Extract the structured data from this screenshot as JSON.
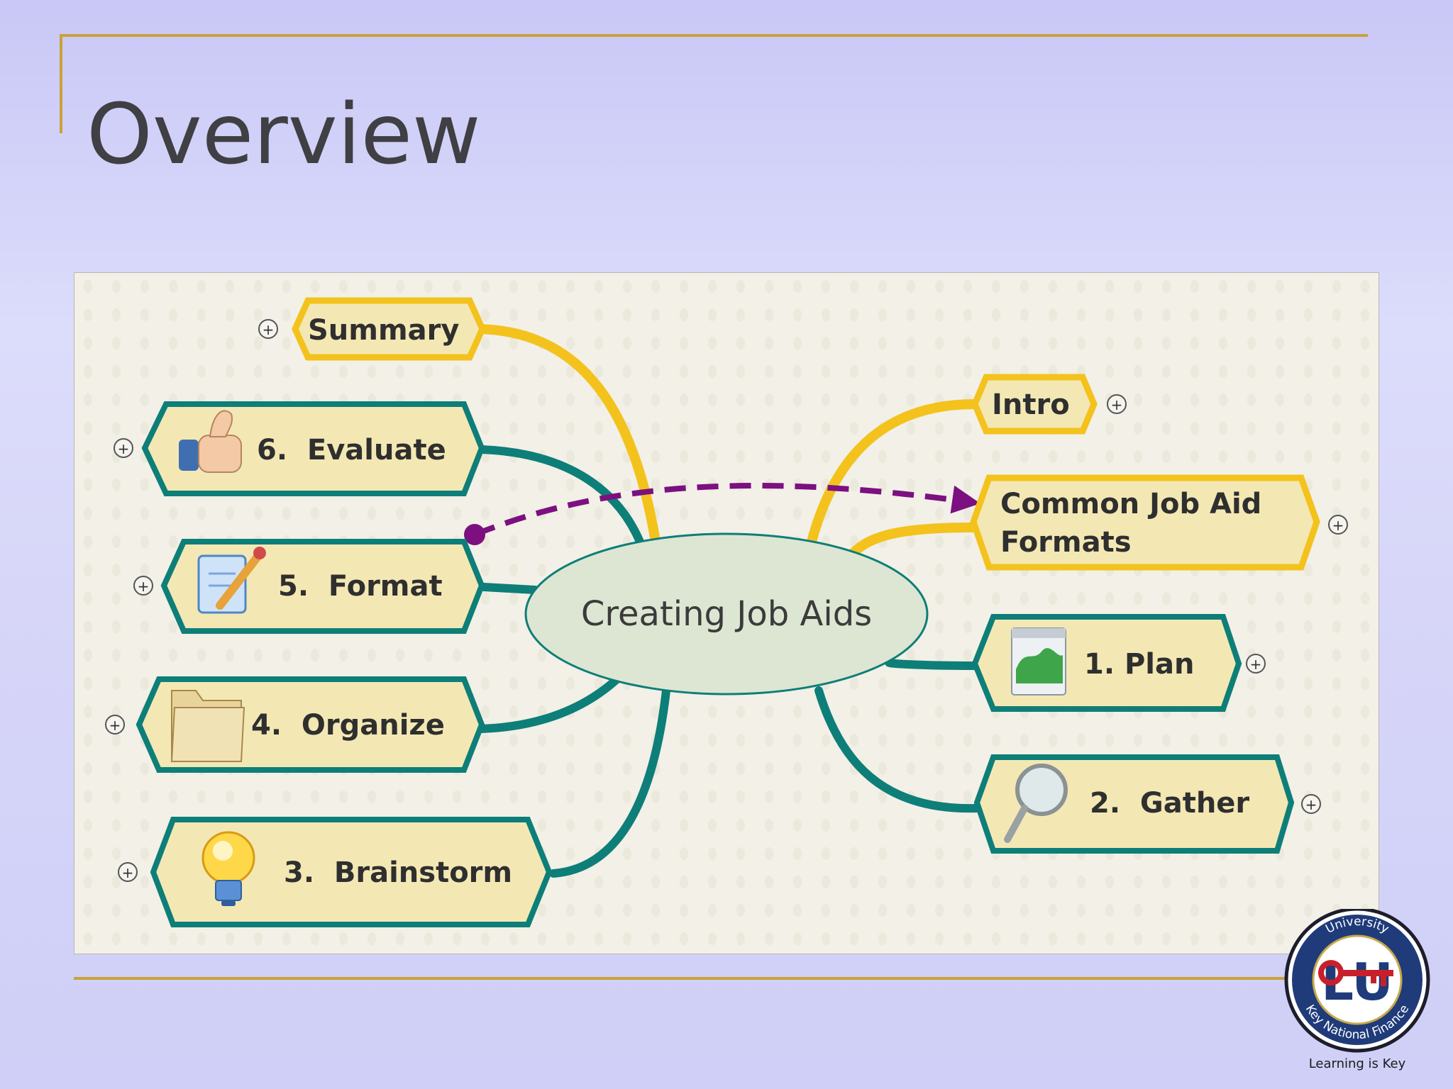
{
  "slide": {
    "title": "Overview"
  },
  "mindmap": {
    "center": "Creating Job Aids",
    "left_nodes": [
      {
        "id": "summary",
        "label": "Summary",
        "icon": ""
      },
      {
        "id": "evaluate",
        "label": "6.  Evaluate",
        "icon": "thumbs-up-icon"
      },
      {
        "id": "format",
        "label": "5.  Format",
        "icon": "pencil-document-icon"
      },
      {
        "id": "organize",
        "label": "4.  Organize",
        "icon": "folder-icon"
      },
      {
        "id": "brainstorm",
        "label": "3.  Brainstorm",
        "icon": "light-bulb-icon"
      }
    ],
    "right_nodes": [
      {
        "id": "intro",
        "label": "Intro",
        "icon": ""
      },
      {
        "id": "formats",
        "label_line1": "Common Job Aid",
        "label_line2": "Formats",
        "icon": ""
      },
      {
        "id": "plan",
        "label": "1. Plan",
        "icon": "calendar-icon"
      },
      {
        "id": "gather",
        "label": "2.  Gather",
        "icon": "magnifier-icon"
      }
    ],
    "expand_symbol": "+",
    "colors": {
      "yellow_branch": "#f4c21d",
      "teal_branch": "#0e7e78",
      "node_fill": "#f3e8b4",
      "relationship": "#7c1080",
      "center_fill": "#dde6d2",
      "background": "#f2f0e7"
    }
  },
  "logo": {
    "ring_top": "University",
    "ring_bottom": "Key National Finance",
    "monogram": "LU",
    "tagline": "Learning is Key"
  }
}
